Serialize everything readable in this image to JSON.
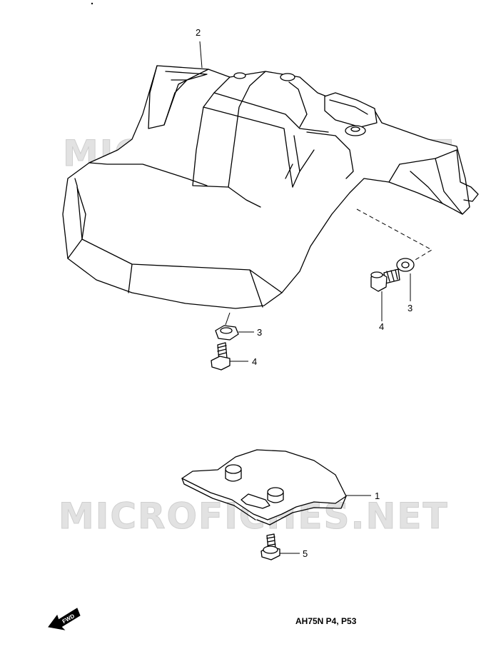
{
  "watermark": {
    "text": "MICROFICHES.NET",
    "color": "#d8d8d8"
  },
  "callouts": [
    {
      "id": "c2-top",
      "label": "2"
    },
    {
      "id": "c3-right",
      "label": "3"
    },
    {
      "id": "c4-right",
      "label": "4"
    },
    {
      "id": "c3-left",
      "label": "3"
    },
    {
      "id": "c4-left",
      "label": "4"
    },
    {
      "id": "c1",
      "label": "1"
    },
    {
      "id": "c5",
      "label": "5"
    }
  ],
  "forward_marker": {
    "label": "FWD",
    "icon": "forward-arrow-icon"
  },
  "page_code": "AH75N P4, P53"
}
